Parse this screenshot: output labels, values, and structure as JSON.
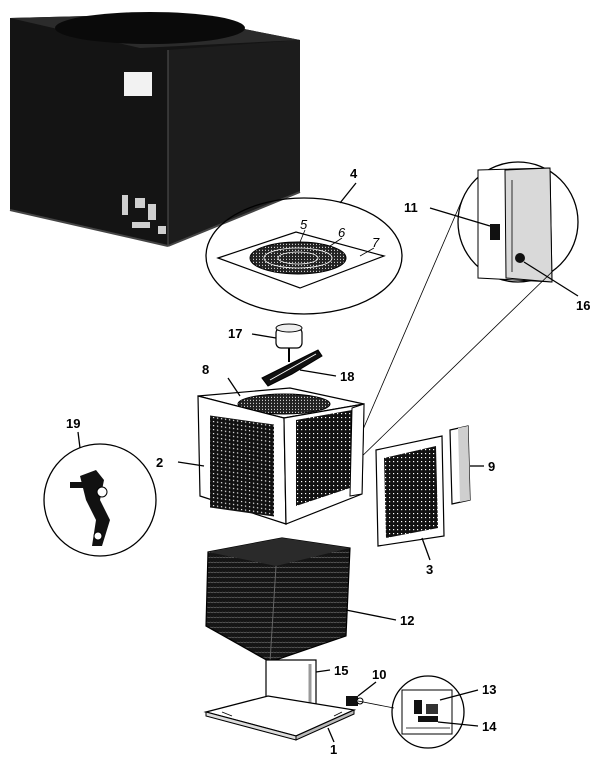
{
  "callouts": {
    "p1": "1",
    "p2": "2",
    "p3": "3",
    "p4": "4",
    "p5": "5",
    "p6": "6",
    "p7": "7",
    "p8": "8",
    "p9": "9",
    "p10": "10",
    "p11": "11",
    "p12": "12",
    "p13": "13",
    "p14": "14",
    "p15": "15",
    "p16": "16",
    "p17": "17",
    "p18": "18",
    "p19": "19"
  },
  "colors": {
    "ink": "#000000",
    "paper": "#ffffff",
    "dark": "#1a1a1a"
  }
}
